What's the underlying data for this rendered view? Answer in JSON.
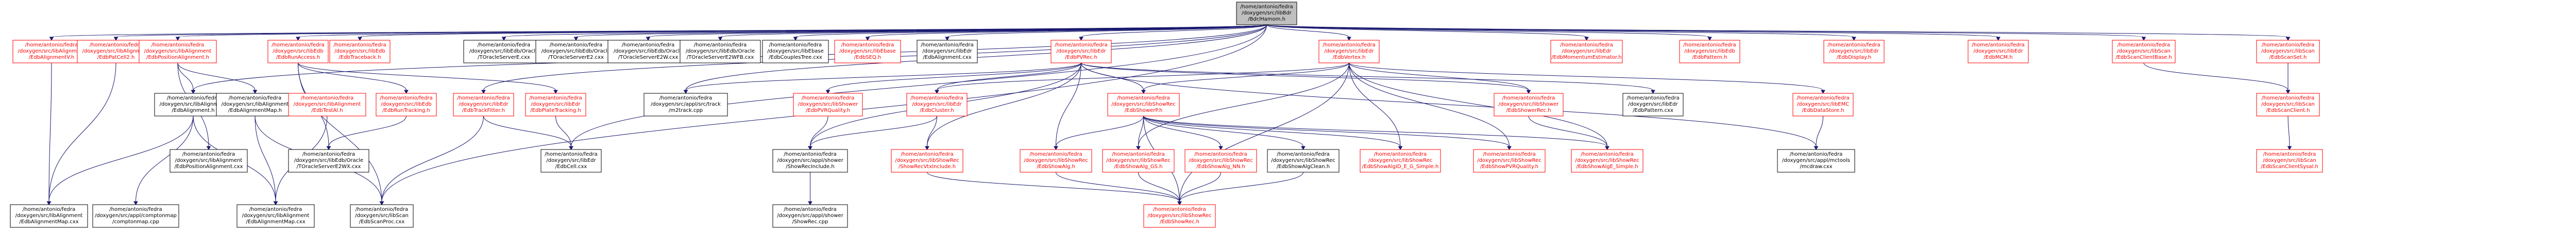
{
  "colors": {
    "edge": "#191970",
    "root_fill": "#bfbfbf",
    "node_fill": "#ffffff",
    "node_border": "#000000",
    "link_text": "#000000",
    "undocumented_text": "#ff0000",
    "undocumented_border": "#ff0000"
  },
  "nodes": [
    {
      "id": "root",
      "lines": [
        "/home/antonio/fedra",
        "/doxygen/src/libBdr",
        "/Bdr/Hamom.h"
      ],
      "root": true
    },
    {
      "id": "n_l1_0",
      "lines": [
        "/home/antonio/fedra",
        "/doxygen/src/libAlignment",
        "/EdbAlignmentV.h"
      ],
      "red": true
    },
    {
      "id": "n_l1_1",
      "lines": [
        "/home/antonio/fedra",
        "/doxygen/src/libAlignment",
        "/EdbPatCell2.h"
      ],
      "red": true
    },
    {
      "id": "n_l1_2",
      "lines": [
        "/home/antonio/fedra",
        "/doxygen/src/libAlignment",
        "/EdbPositionAlignment.h"
      ],
      "red": true
    },
    {
      "id": "n_l1_3",
      "lines": [
        "/home/antonio/fedra",
        "/doxygen/src/libEdb",
        "/EdbRunAccess.h"
      ],
      "red": true
    },
    {
      "id": "n_l1_4",
      "lines": [
        "/home/antonio/fedra",
        "/doxygen/src/libEdb",
        "/EdbTraceback.h"
      ],
      "red": true
    },
    {
      "id": "n_l1_5",
      "lines": [
        "/home/antonio/fedra",
        "/doxygen/src/libEdb/Oracle",
        "/TOracleServerE.cxx"
      ]
    },
    {
      "id": "n_l1_6",
      "lines": [
        "/home/antonio/fedra",
        "/doxygen/src/libEdb/Oracle",
        "/TOracleServerE2.cxx"
      ]
    },
    {
      "id": "n_l1_7",
      "lines": [
        "/home/antonio/fedra",
        "/doxygen/src/libEdb/Oracle",
        "/TOracleServerE2W.cxx"
      ]
    },
    {
      "id": "n_l1_8",
      "lines": [
        "/home/antonio/fedra",
        "/doxygen/src/libEdb/Oracle",
        "/TOracleServerE2WFB.cxx"
      ]
    },
    {
      "id": "n_l1_9",
      "lines": [
        "/home/antonio/fedra",
        "/doxygen/src/libEbase",
        "/EdbCouplesTree.cxx"
      ]
    },
    {
      "id": "n_l1_10",
      "lines": [
        "/home/antonio/fedra",
        "/doxygen/src/libEbase",
        "/EdbSEQ.h"
      ],
      "red": true
    },
    {
      "id": "n_l1_11",
      "lines": [
        "/home/antonio/fedra",
        "/doxygen/src/libEdr",
        "/EdbAlignment.cxx"
      ]
    },
    {
      "id": "n_l1_12",
      "lines": [
        "/home/antonio/fedra",
        "/doxygen/src/libEdr",
        "/EdbPVRec.h"
      ],
      "red": true
    },
    {
      "id": "n_l1_13",
      "lines": [
        "/home/antonio/fedra",
        "/doxygen/src/libEdr",
        "/EdbVertex.h"
      ],
      "red": true
    },
    {
      "id": "n_l1_14",
      "lines": [
        "/home/antonio/fedra",
        "/doxygen/src/libEdr",
        "/EdbMomentumEstimator.h"
      ],
      "red": true
    },
    {
      "id": "n_l1_15",
      "lines": [
        "/home/antonio/fedra",
        "/doxygen/src/libEdb",
        "/EdbPattern.h"
      ],
      "red": true
    },
    {
      "id": "n_l1_16",
      "lines": [
        "/home/antonio/fedra",
        "/doxygen/src/libEdr",
        "/EdbDisplay.h"
      ],
      "red": true
    },
    {
      "id": "n_l1_17",
      "lines": [
        "/home/antonio/fedra",
        "/doxygen/src/libEdr",
        "/EdbMCM.h"
      ],
      "red": true
    },
    {
      "id": "n_l1_18",
      "lines": [
        "/home/antonio/fedra",
        "/doxygen/src/libScan",
        "/EdbScanClientBase.h"
      ],
      "red": true
    },
    {
      "id": "n_l1_19",
      "lines": [
        "/home/antonio/fedra",
        "/doxygen/src/libScan",
        "/EdbScanSet.h"
      ],
      "red": true
    },
    {
      "id": "n_l2_0",
      "lines": [
        "/home/antonio/fedra",
        "/doxygen/src/libAlignment",
        "/EdbAlignment.h"
      ]
    },
    {
      "id": "n_l2_1",
      "lines": [
        "/home/antonio/fedra",
        "/doxygen/src/libAlignment",
        "/EdbAlignmentMap.h"
      ]
    },
    {
      "id": "n_l2_2",
      "lines": [
        "/home/antonio/fedra",
        "/doxygen/src/libAlignment",
        "/EdbTestAl.h"
      ],
      "red": true
    },
    {
      "id": "n_l2_3",
      "lines": [
        "/home/antonio/fedra",
        "/doxygen/src/libEdb",
        "/EdbRunTracking.h"
      ],
      "red": true
    },
    {
      "id": "n_l2_4",
      "lines": [
        "/home/antonio/fedra",
        "/doxygen/src/libEdr",
        "/EdbTrackFitter.h"
      ],
      "red": true
    },
    {
      "id": "n_l2_5",
      "lines": [
        "/home/antonio/fedra",
        "/doxygen/src/libEdr",
        "/EdbPlateTracking.h"
      ],
      "red": true
    },
    {
      "id": "n_l2_6",
      "lines": [
        "/home/antonio/fedra",
        "/doxygen/src/appl/src/track",
        "/m2track.cpp"
      ]
    },
    {
      "id": "n_l2_7",
      "lines": [
        "/home/antonio/fedra",
        "/doxygen/src/libShower",
        "/EdbPVRQuality.h"
      ],
      "red": true
    },
    {
      "id": "n_l2_8",
      "lines": [
        "/home/antonio/fedra",
        "/doxygen/src/libEdr",
        "/EdbCluster.h"
      ],
      "red": true
    },
    {
      "id": "n_l2_9",
      "lines": [
        "/home/antonio/fedra",
        "/doxygen/src/libShowRec",
        "/EdbShowerP.h"
      ],
      "red": true
    },
    {
      "id": "n_l2_10",
      "lines": [
        "/home/antonio/fedra",
        "/doxygen/src/libShower",
        "/EdbShowerRec.h"
      ],
      "red": true
    },
    {
      "id": "n_l2_11",
      "lines": [
        "/home/antonio/fedra",
        "/doxygen/src/libEdr",
        "/EdbPattern.cxx"
      ]
    },
    {
      "id": "n_l2_12",
      "lines": [
        "/home/antonio/fedra",
        "/doxygen/src/libEMC",
        "/EdbDataStore.h"
      ],
      "red": true
    },
    {
      "id": "n_l2_13",
      "lines": [
        "/home/antonio/fedra",
        "/doxygen/src/libScan",
        "/EdbScanClient.h"
      ],
      "red": true
    },
    {
      "id": "n_l3_0",
      "lines": [
        "/home/antonio/fedra",
        "/doxygen/src/libAlignment",
        "/EdbPositionAlignment.cxx"
      ]
    },
    {
      "id": "n_l3_1",
      "lines": [
        "/home/antonio/fedra",
        "/doxygen/src/libEdb/Oracle",
        "/TOracleServerE2WX.cxx"
      ]
    },
    {
      "id": "n_l3_2",
      "lines": [
        "/home/antonio/fedra",
        "/doxygen/src/libEdr",
        "/EdbCell.cxx"
      ]
    },
    {
      "id": "n_l3_3",
      "lines": [
        "/home/antonio/fedra",
        "/doxygen/src/appl/shower",
        "/ShowRecInclude.h"
      ]
    },
    {
      "id": "n_l3_4",
      "lines": [
        "/home/antonio/fedra",
        "/doxygen/src/libShowRec",
        "/ShowRecVtxInclude.h"
      ],
      "red": true
    },
    {
      "id": "n_l3_5",
      "lines": [
        "/home/antonio/fedra",
        "/doxygen/src/libShowRec",
        "/EdbShowAlg.h"
      ],
      "red": true
    },
    {
      "id": "n_l3_6",
      "lines": [
        "/home/antonio/fedra",
        "/doxygen/src/libShowRec",
        "/EdbShowAlg_GS.h"
      ],
      "red": true
    },
    {
      "id": "n_l3_7",
      "lines": [
        "/home/antonio/fedra",
        "/doxygen/src/libShowRec",
        "/EdbShowAlg_NN.h"
      ],
      "red": true
    },
    {
      "id": "n_l3_8",
      "lines": [
        "/home/antonio/fedra",
        "/doxygen/src/libShowRec",
        "/EdbShowAlgClean.h"
      ]
    },
    {
      "id": "n_l3_9",
      "lines": [
        "/home/antonio/fedra",
        "/doxygen/src/libShowRec",
        "/EdbShowAlgID_E_G_Simple.h"
      ],
      "red": true
    },
    {
      "id": "n_l3_10",
      "lines": [
        "/home/antonio/fedra",
        "/doxygen/src/libShowRec",
        "/EdbShowPVRQuality.h"
      ],
      "red": true
    },
    {
      "id": "n_l3_11",
      "lines": [
        "/home/antonio/fedra",
        "/doxygen/src/libShowRec",
        "/EdbShowAlgE_Simple.h"
      ],
      "red": true
    },
    {
      "id": "n_l3_12",
      "lines": [
        "/home/antonio/fedra",
        "/doxygen/src/appl/mctools",
        "/mcdraw.cxx"
      ]
    },
    {
      "id": "n_l3_13",
      "lines": [
        "/home/antonio/fedra",
        "/doxygen/src/libScan",
        "/EdbScanClientSysal.h"
      ],
      "red": true
    },
    {
      "id": "n_l4_0",
      "lines": [
        "/home/antonio/fedra",
        "/doxygen/src/libAlignment",
        "/EdbAlignmentMap.cxx"
      ]
    },
    {
      "id": "n_l4_1",
      "lines": [
        "/home/antonio/fedra",
        "/doxygen/src/libAlignment",
        "/EdbAlignmentMap.cxx"
      ]
    },
    {
      "id": "n_l4_2",
      "lines": [
        "/home/antonio/fedra",
        "/doxygen/src/appl/comptonmap",
        "/comptonmap.cpp"
      ]
    },
    {
      "id": "n_l4_3",
      "lines": [
        "/home/antonio/fedra",
        "/doxygen/src/libScan",
        "/EdbScanProc.cxx"
      ]
    },
    {
      "id": "n_l4_4",
      "lines": [
        "/home/antonio/fedra",
        "/doxygen/src/appl/shower",
        "/ShowRec.cpp"
      ]
    },
    {
      "id": "n_l4_5",
      "lines": [
        "/home/antonio/fedra",
        "/doxygen/src/libShowRec",
        "/EdbShowRec.h"
      ],
      "red": true
    }
  ]
}
